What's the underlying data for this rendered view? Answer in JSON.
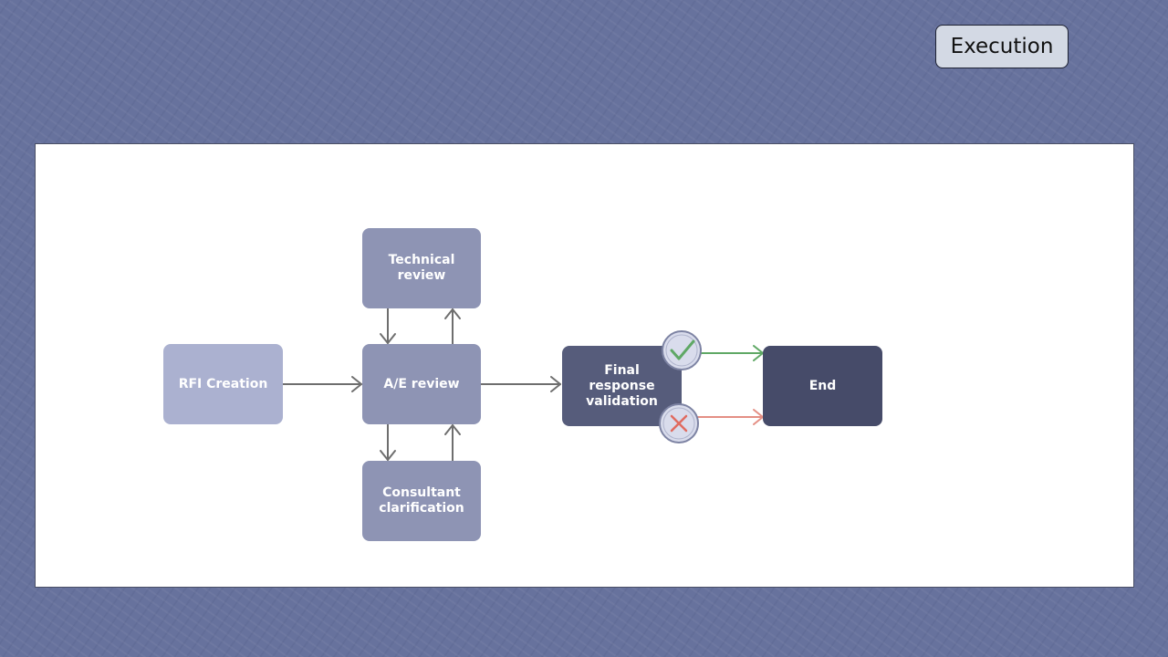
{
  "header": {
    "section_badge": "Execution"
  },
  "diagram": {
    "nodes": {
      "rfi_creation": "RFI Creation",
      "technical_review": "Technical review",
      "ae_review": "A/E review",
      "consultant_clarification": "Consultant clarification",
      "final_response_validation": "Final response validation",
      "end": "End"
    },
    "icons": {
      "approved": "check-icon",
      "rejected": "cross-icon"
    },
    "colors": {
      "approve": "#5fa865",
      "reject": "#e48f84",
      "connector": "#6e6e6e"
    }
  }
}
